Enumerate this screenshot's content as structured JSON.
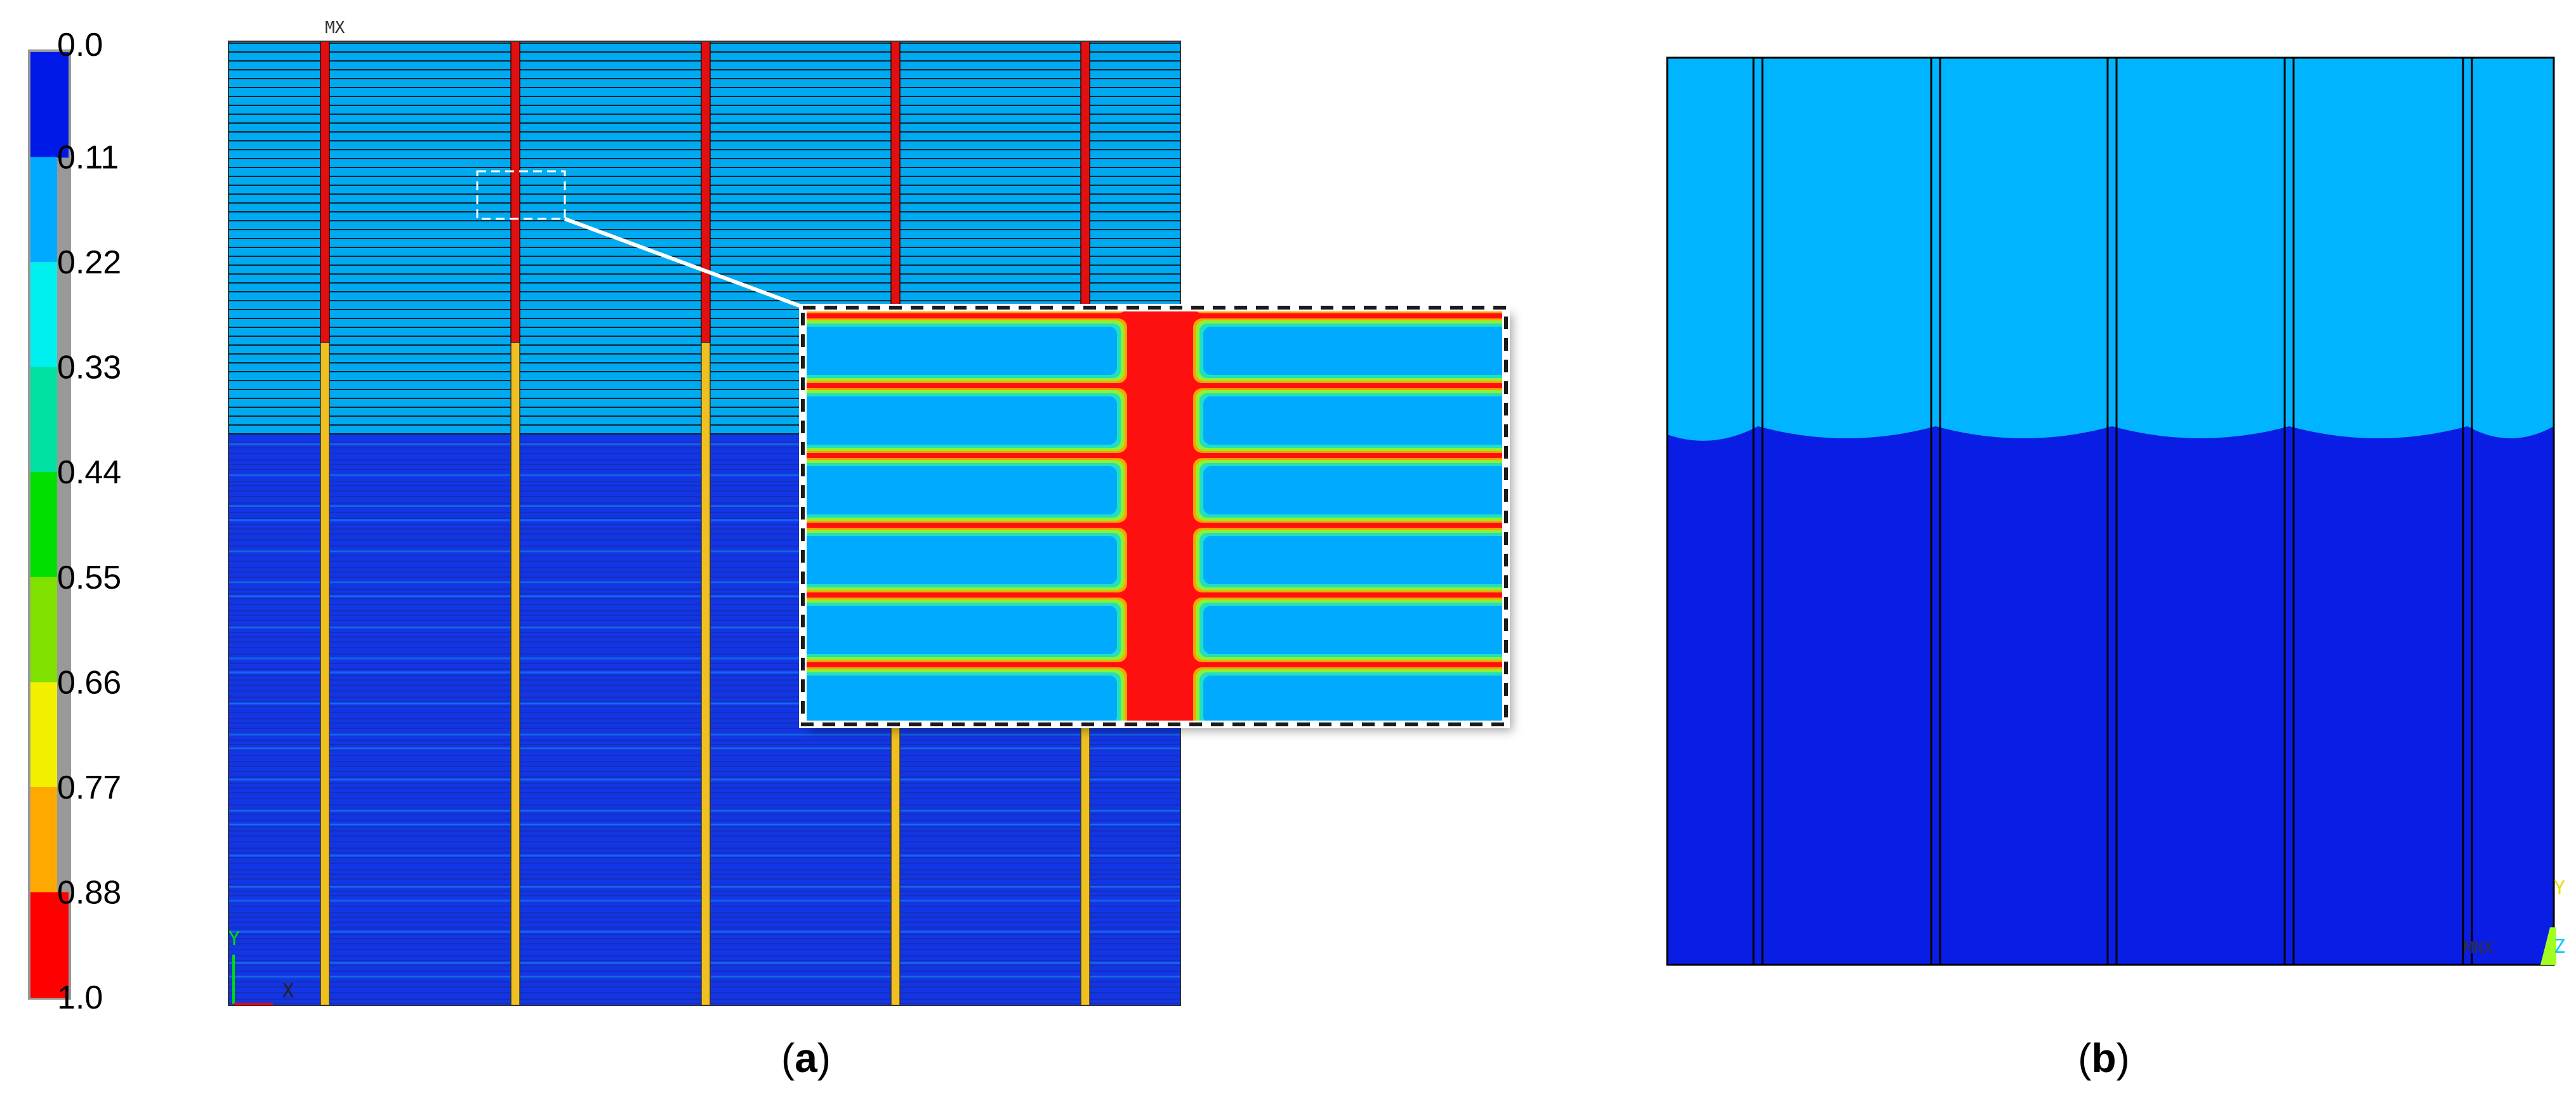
{
  "colorbar": {
    "labels": [
      "0.0",
      "0.11",
      "0.22",
      "0.33",
      "0.44",
      "0.55",
      "0.66",
      "0.77",
      "0.88",
      "1.0"
    ],
    "colors": [
      "#0018e8",
      "#00aaff",
      "#00f0f0",
      "#00e0a0",
      "#00e000",
      "#80e000",
      "#f0f000",
      "#ffa800",
      "#ff0000"
    ]
  },
  "panel_a": {
    "caption_open": "(",
    "caption_letter": "a",
    "caption_close": ")",
    "mx_marker": "MX",
    "axis_y": "Y",
    "axis_x": "X",
    "colors": {
      "light_region": "#00aaf0",
      "dark_region": "#1236e6",
      "column_top": "#e01010",
      "column_bottom": "#f0c020",
      "grid_line": "#000000"
    }
  },
  "inset": {
    "colors": {
      "cell": "#00aaff",
      "cell_rim_inner": "#20e0c0",
      "cell_rim_outer": "#90f030",
      "channel": "#ff1010",
      "channel_edge": "#ffa000"
    }
  },
  "panel_b": {
    "caption_open": "(",
    "caption_letter": "b",
    "caption_close": ")",
    "mx_marker": "MNX",
    "axis_y": "Y",
    "axis_z": "Z",
    "colors": {
      "light_region": "#00b4ff",
      "dark_region": "#0a1de4",
      "divider": "#000000"
    }
  }
}
